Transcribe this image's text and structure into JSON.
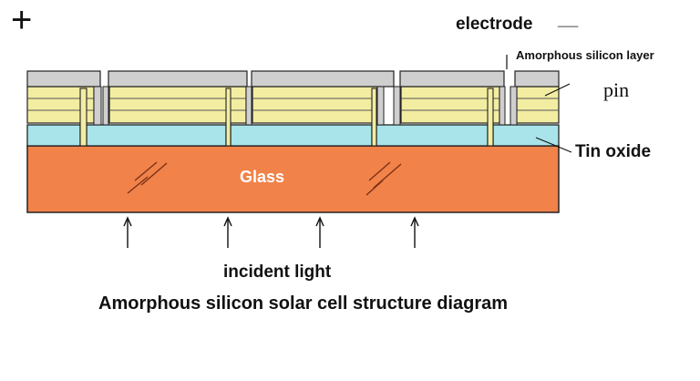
{
  "labels": {
    "plus": "+",
    "minus": "__",
    "electrode": "electrode",
    "amorphous_layer": "Amorphous silicon layer",
    "pin": "pin",
    "tin_oxide": "Tin oxide",
    "glass": "Glass",
    "incident_light": "incident light",
    "caption": "Amorphous silicon solar cell structure diagram"
  },
  "colors": {
    "electrode": "#cfcfcf",
    "pin_layer": "#f3eda2",
    "tin_oxide": "#a8e4ea",
    "glass": "#f0824a",
    "outline": "#222222",
    "text": "#111111",
    "glass_label": "#ffffff"
  }
}
